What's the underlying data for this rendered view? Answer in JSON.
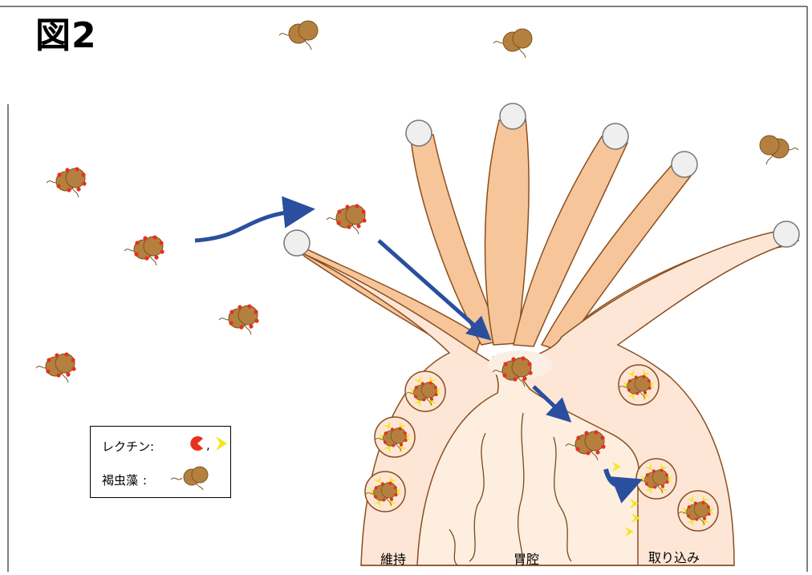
{
  "figure": {
    "title": "図2"
  },
  "legend": {
    "lectin_label": "レクチン",
    "lectin_sep": ":",
    "lectin_comma": ",",
    "algae_label": "褐虫藻",
    "algae_sep": ":"
  },
  "regions": {
    "left": "維持",
    "center": "胃腔",
    "right": "取り込み"
  },
  "colors": {
    "algae_body": "#b5803f",
    "algae_outline": "#7a5420",
    "lectin_red": "#e8301e",
    "lectin_yellow": "#f6e61a",
    "tentacle_fill": "#f6c59a",
    "tentacle_outline": "#8a4e1e",
    "body_fill": "#fde6d6",
    "arrow_blue": "#2a4f9e",
    "tip_fill": "#efefef"
  }
}
